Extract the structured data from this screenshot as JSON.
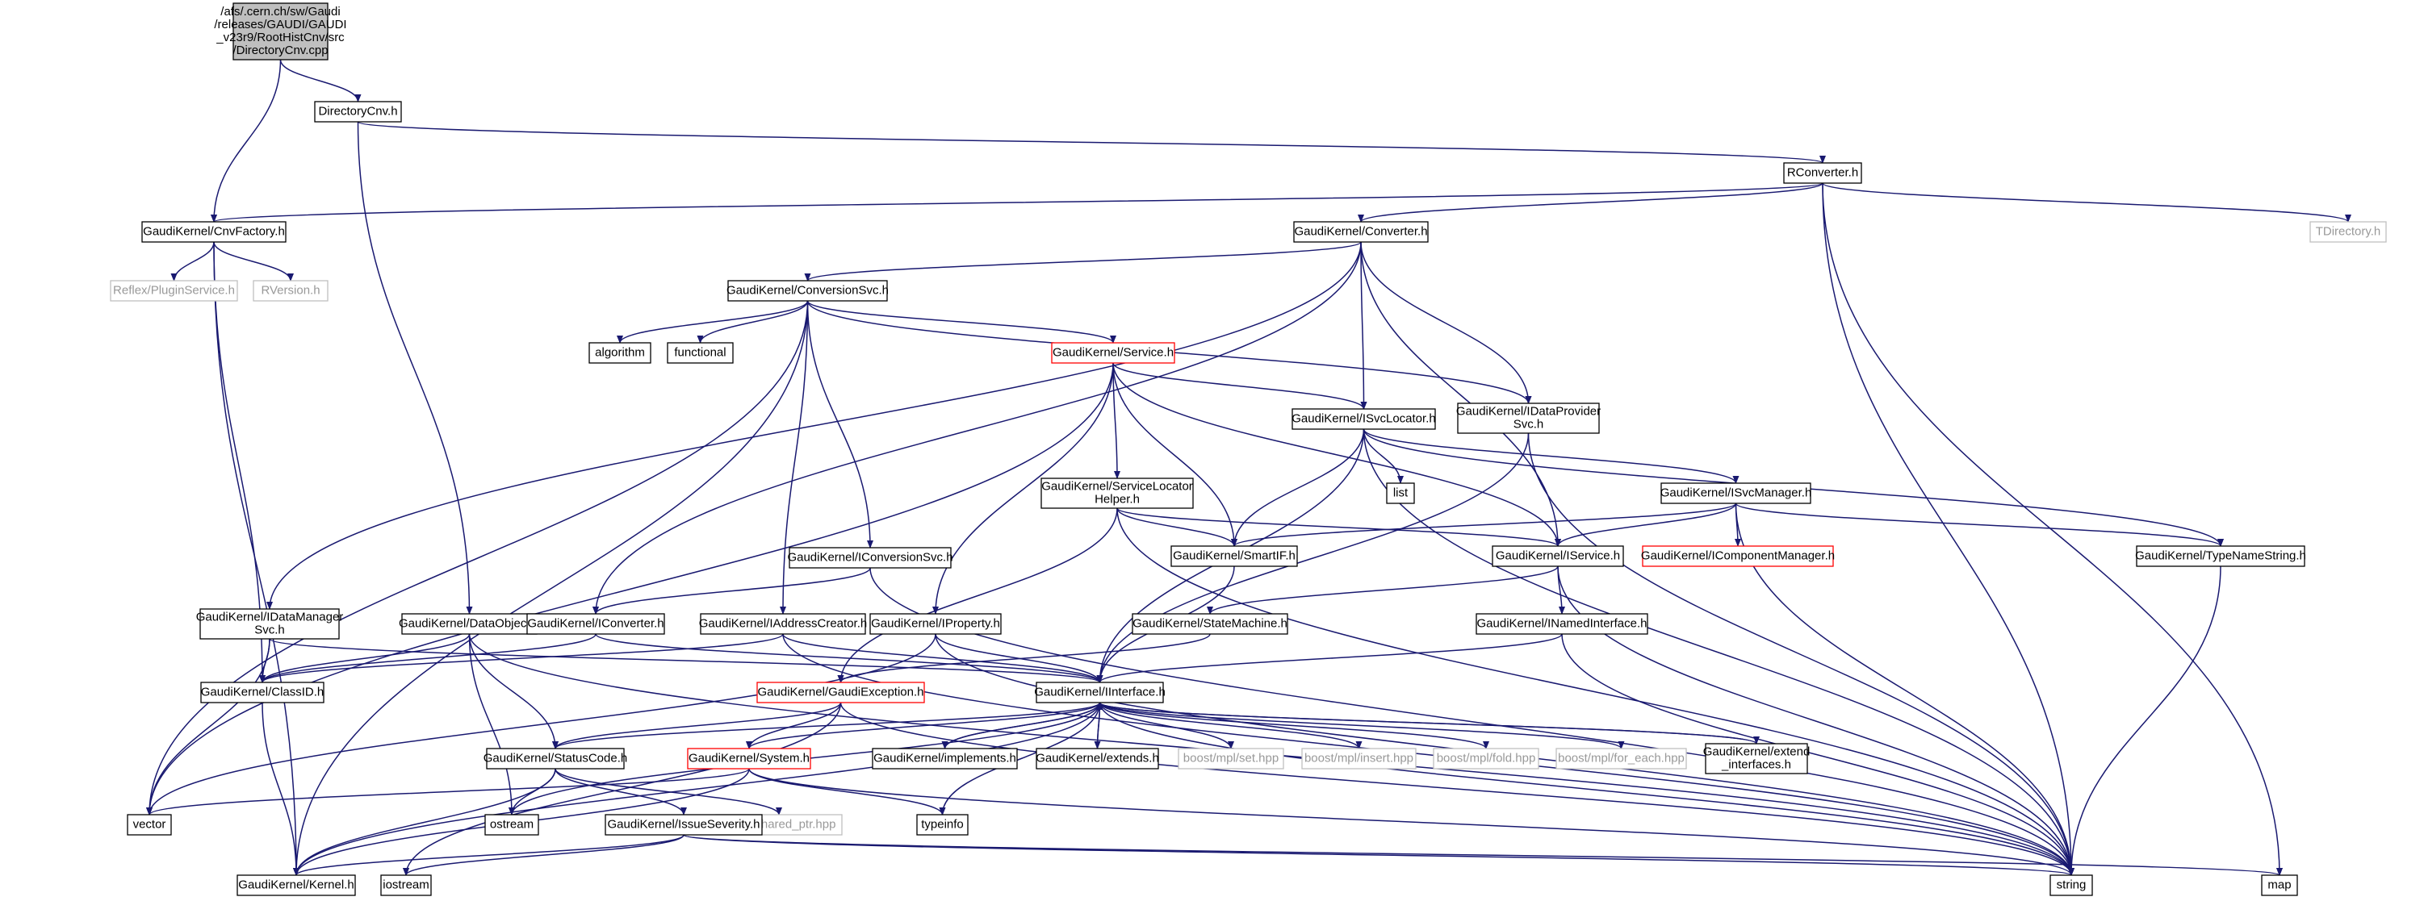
{
  "colors": {
    "edge": "#191970",
    "normal_border": "#000000",
    "red_border": "#ff0000",
    "gray_border": "#bfbfbf",
    "root_fill": "#bfbfbf",
    "label_gray": "#999999"
  },
  "nodes": [
    {
      "id": "root",
      "lines": [
        "/afs/.cern.ch/sw/Gaudi",
        "/releases/GAUDI/GAUDI",
        "_v23r9/RootHistCnv/src",
        "/DirectoryCnv.cpp"
      ],
      "style": "root"
    },
    {
      "id": "dircnv",
      "lines": [
        "DirectoryCnv.h"
      ],
      "style": "normal"
    },
    {
      "id": "rconv",
      "lines": [
        "RConverter.h"
      ],
      "style": "normal"
    },
    {
      "id": "cnvfactory",
      "lines": [
        "GaudiKernel/CnvFactory.h"
      ],
      "style": "normal"
    },
    {
      "id": "converter",
      "lines": [
        "GaudiKernel/Converter.h"
      ],
      "style": "normal"
    },
    {
      "id": "tdirectory",
      "lines": [
        "TDirectory.h"
      ],
      "style": "gray"
    },
    {
      "id": "reflex",
      "lines": [
        "Reflex/PluginService.h"
      ],
      "style": "gray"
    },
    {
      "id": "rversion",
      "lines": [
        "RVersion.h"
      ],
      "style": "gray"
    },
    {
      "id": "convsvc",
      "lines": [
        "GaudiKernel/ConversionSvc.h"
      ],
      "style": "normal"
    },
    {
      "id": "algorithm",
      "lines": [
        "algorithm"
      ],
      "style": "normal"
    },
    {
      "id": "functional",
      "lines": [
        "functional"
      ],
      "style": "normal"
    },
    {
      "id": "service",
      "lines": [
        "GaudiKernel/Service.h"
      ],
      "style": "red"
    },
    {
      "id": "svclocator",
      "lines": [
        "GaudiKernel/ISvcLocator.h"
      ],
      "style": "normal"
    },
    {
      "id": "idataprovider",
      "lines": [
        "GaudiKernel/IDataProvider",
        "Svc.h"
      ],
      "style": "normal"
    },
    {
      "id": "list",
      "lines": [
        "list"
      ],
      "style": "normal"
    },
    {
      "id": "svclocatorhelper",
      "lines": [
        "GaudiKernel/ServiceLocator",
        "Helper.h"
      ],
      "style": "normal"
    },
    {
      "id": "isvcmanager",
      "lines": [
        "GaudiKernel/ISvcManager.h"
      ],
      "style": "normal"
    },
    {
      "id": "smartif",
      "lines": [
        "GaudiKernel/SmartIF.h"
      ],
      "style": "normal"
    },
    {
      "id": "iservice",
      "lines": [
        "GaudiKernel/IService.h"
      ],
      "style": "normal"
    },
    {
      "id": "icomponentmanager",
      "lines": [
        "GaudiKernel/IComponentManager.h"
      ],
      "style": "red"
    },
    {
      "id": "typenamestring",
      "lines": [
        "GaudiKernel/TypeNameString.h"
      ],
      "style": "normal"
    },
    {
      "id": "iconversionsvc",
      "lines": [
        "GaudiKernel/IConversionSvc.h"
      ],
      "style": "normal"
    },
    {
      "id": "idatamanager",
      "lines": [
        "GaudiKernel/IDataManager",
        "Svc.h"
      ],
      "style": "normal"
    },
    {
      "id": "dataobject",
      "lines": [
        "GaudiKernel/DataObject.h"
      ],
      "style": "normal"
    },
    {
      "id": "iconverter",
      "lines": [
        "GaudiKernel/IConverter.h"
      ],
      "style": "normal"
    },
    {
      "id": "iaddresscreator",
      "lines": [
        "GaudiKernel/IAddressCreator.h"
      ],
      "style": "normal"
    },
    {
      "id": "iproperty",
      "lines": [
        "GaudiKernel/IProperty.h"
      ],
      "style": "normal"
    },
    {
      "id": "statemachine",
      "lines": [
        "GaudiKernel/StateMachine.h"
      ],
      "style": "normal"
    },
    {
      "id": "inamedinterface",
      "lines": [
        "GaudiKernel/INamedInterface.h"
      ],
      "style": "normal"
    },
    {
      "id": "classid",
      "lines": [
        "GaudiKernel/ClassID.h"
      ],
      "style": "normal"
    },
    {
      "id": "gaudiexception",
      "lines": [
        "GaudiKernel/GaudiException.h"
      ],
      "style": "red"
    },
    {
      "id": "iinterface",
      "lines": [
        "GaudiKernel/IInterface.h"
      ],
      "style": "normal"
    },
    {
      "id": "statuscode",
      "lines": [
        "GaudiKernel/StatusCode.h"
      ],
      "style": "normal"
    },
    {
      "id": "system",
      "lines": [
        "GaudiKernel/System.h"
      ],
      "style": "red"
    },
    {
      "id": "implements",
      "lines": [
        "GaudiKernel/implements.h"
      ],
      "style": "normal"
    },
    {
      "id": "extends",
      "lines": [
        "GaudiKernel/extends.h"
      ],
      "style": "normal"
    },
    {
      "id": "mplset",
      "lines": [
        "boost/mpl/set.hpp"
      ],
      "style": "gray"
    },
    {
      "id": "mplinsert",
      "lines": [
        "boost/mpl/insert.hpp"
      ],
      "style": "gray"
    },
    {
      "id": "mplfold",
      "lines": [
        "boost/mpl/fold.hpp"
      ],
      "style": "gray"
    },
    {
      "id": "mplforeach",
      "lines": [
        "boost/mpl/for_each.hpp"
      ],
      "style": "gray"
    },
    {
      "id": "extendinterfaces",
      "lines": [
        "GaudiKernel/extend",
        "_interfaces.h"
      ],
      "style": "normal"
    },
    {
      "id": "vector",
      "lines": [
        "vector"
      ],
      "style": "normal"
    },
    {
      "id": "ostream",
      "lines": [
        "ostream"
      ],
      "style": "normal"
    },
    {
      "id": "sharedptr",
      "lines": [
        "boost/shared_ptr.hpp"
      ],
      "style": "gray"
    },
    {
      "id": "typeinfo",
      "lines": [
        "typeinfo"
      ],
      "style": "normal"
    },
    {
      "id": "issueseverity",
      "lines": [
        "GaudiKernel/IssueSeverity.h"
      ],
      "style": "normal"
    },
    {
      "id": "kernel",
      "lines": [
        "GaudiKernel/Kernel.h"
      ],
      "style": "normal"
    },
    {
      "id": "iostream",
      "lines": [
        "iostream"
      ],
      "style": "normal"
    },
    {
      "id": "string",
      "lines": [
        "string"
      ],
      "style": "normal"
    },
    {
      "id": "map",
      "lines": [
        "map"
      ],
      "style": "normal"
    }
  ],
  "edges": [
    [
      "root",
      "dircnv"
    ],
    [
      "root",
      "cnvfactory"
    ],
    [
      "dircnv",
      "rconv"
    ],
    [
      "dircnv",
      "dataobject"
    ],
    [
      "rconv",
      "cnvfactory"
    ],
    [
      "rconv",
      "converter"
    ],
    [
      "rconv",
      "tdirectory"
    ],
    [
      "rconv",
      "string"
    ],
    [
      "rconv",
      "map"
    ],
    [
      "cnvfactory",
      "reflex"
    ],
    [
      "cnvfactory",
      "rversion"
    ],
    [
      "cnvfactory",
      "classid"
    ],
    [
      "cnvfactory",
      "kernel"
    ],
    [
      "converter",
      "convsvc"
    ],
    [
      "converter",
      "svclocator"
    ],
    [
      "converter",
      "idataprovider"
    ],
    [
      "converter",
      "iservice"
    ],
    [
      "converter",
      "iconverter"
    ],
    [
      "converter",
      "idatamanager"
    ],
    [
      "convsvc",
      "algorithm"
    ],
    [
      "convsvc",
      "functional"
    ],
    [
      "convsvc",
      "service"
    ],
    [
      "convsvc",
      "idataprovider"
    ],
    [
      "convsvc",
      "iconversionsvc"
    ],
    [
      "convsvc",
      "iaddresscreator"
    ],
    [
      "convsvc",
      "vector"
    ],
    [
      "convsvc",
      "kernel"
    ],
    [
      "service",
      "svclocator"
    ],
    [
      "service",
      "svclocatorhelper"
    ],
    [
      "service",
      "smartif"
    ],
    [
      "service",
      "iservice"
    ],
    [
      "service",
      "iproperty"
    ],
    [
      "service",
      "vector"
    ],
    [
      "svclocator",
      "list"
    ],
    [
      "svclocator",
      "smartif"
    ],
    [
      "svclocator",
      "isvcmanager"
    ],
    [
      "svclocator",
      "typenamestring"
    ],
    [
      "svclocator",
      "iinterface"
    ],
    [
      "svclocator",
      "string"
    ],
    [
      "idataprovider",
      "iinterface"
    ],
    [
      "idataprovider",
      "string"
    ],
    [
      "svclocatorhelper",
      "smartif"
    ],
    [
      "svclocatorhelper",
      "iservice"
    ],
    [
      "svclocatorhelper",
      "gaudiexception"
    ],
    [
      "svclocatorhelper",
      "string"
    ],
    [
      "isvcmanager",
      "smartif"
    ],
    [
      "isvcmanager",
      "iservice"
    ],
    [
      "isvcmanager",
      "icomponentmanager"
    ],
    [
      "isvcmanager",
      "typenamestring"
    ],
    [
      "isvcmanager",
      "string"
    ],
    [
      "smartif",
      "iinterface"
    ],
    [
      "iservice",
      "statemachine"
    ],
    [
      "iservice",
      "inamedinterface"
    ],
    [
      "iservice",
      "string"
    ],
    [
      "typenamestring",
      "string"
    ],
    [
      "iconversionsvc",
      "iconverter"
    ],
    [
      "iconversionsvc",
      "string"
    ],
    [
      "idatamanager",
      "classid"
    ],
    [
      "idatamanager",
      "iinterface"
    ],
    [
      "idatamanager",
      "vector"
    ],
    [
      "dataobject",
      "classid"
    ],
    [
      "dataobject",
      "statuscode"
    ],
    [
      "dataobject",
      "ostream"
    ],
    [
      "dataobject",
      "string"
    ],
    [
      "iconverter",
      "classid"
    ],
    [
      "iconverter",
      "iinterface"
    ],
    [
      "iaddresscreator",
      "classid"
    ],
    [
      "iaddresscreator",
      "iinterface"
    ],
    [
      "iaddresscreator",
      "string"
    ],
    [
      "iproperty",
      "iinterface"
    ],
    [
      "iproperty",
      "vector"
    ],
    [
      "iproperty",
      "string"
    ],
    [
      "statemachine",
      "gaudiexception"
    ],
    [
      "inamedinterface",
      "iinterface"
    ],
    [
      "inamedinterface",
      "string"
    ],
    [
      "classid",
      "kernel"
    ],
    [
      "gaudiexception",
      "statuscode"
    ],
    [
      "gaudiexception",
      "system"
    ],
    [
      "gaudiexception",
      "iostream"
    ],
    [
      "gaudiexception",
      "string"
    ],
    [
      "iinterface",
      "statuscode"
    ],
    [
      "iinterface",
      "system"
    ],
    [
      "iinterface",
      "implements"
    ],
    [
      "iinterface",
      "extends"
    ],
    [
      "iinterface",
      "mplset"
    ],
    [
      "iinterface",
      "mplinsert"
    ],
    [
      "iinterface",
      "mplfold"
    ],
    [
      "iinterface",
      "mplforeach"
    ],
    [
      "iinterface",
      "extendinterfaces"
    ],
    [
      "iinterface",
      "ostream"
    ],
    [
      "iinterface",
      "typeinfo"
    ],
    [
      "iinterface",
      "kernel"
    ],
    [
      "iinterface",
      "string"
    ],
    [
      "implements",
      "iinterface"
    ],
    [
      "extends",
      "iinterface"
    ],
    [
      "extendinterfaces",
      "iinterface"
    ],
    [
      "statuscode",
      "ostream"
    ],
    [
      "statuscode",
      "issueseverity"
    ],
    [
      "statuscode",
      "kernel"
    ],
    [
      "statuscode",
      "sharedptr"
    ],
    [
      "system",
      "vector"
    ],
    [
      "system",
      "typeinfo"
    ],
    [
      "system",
      "kernel"
    ],
    [
      "system",
      "string"
    ],
    [
      "issueseverity",
      "kernel"
    ],
    [
      "issueseverity",
      "iostream"
    ],
    [
      "issueseverity",
      "string"
    ],
    [
      "issueseverity",
      "map"
    ]
  ]
}
